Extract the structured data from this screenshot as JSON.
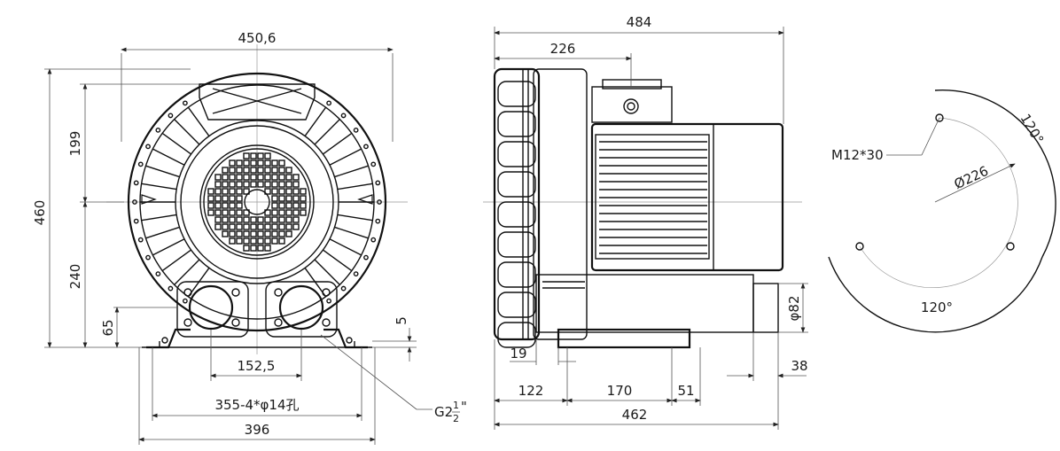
{
  "front_view": {
    "width_top": "450,6",
    "height_total": "460",
    "height_upper": "199",
    "height_lower": "240",
    "foot_height": "65",
    "foot_thickness": "5",
    "port_spacing": "152,5",
    "hole_spacing": "355-4*φ14孔",
    "base_width": "396",
    "port_thread_prefix": "G2",
    "port_thread_num": "1",
    "port_thread_den": "2",
    "port_thread_suffix": "\""
  },
  "side_view": {
    "total_length_top": "484",
    "impeller_depth": "226",
    "outlet_dia": "φ82",
    "flange_offset": "19",
    "base_offset": "122",
    "base_length": "170",
    "base_tail": "51",
    "nozzle": "38",
    "total_length_bottom": "462"
  },
  "flange_view": {
    "bolt_spec": "M12*30",
    "pcd": "Ø226",
    "angle_top": "120°",
    "angle_bottom": "120°"
  }
}
